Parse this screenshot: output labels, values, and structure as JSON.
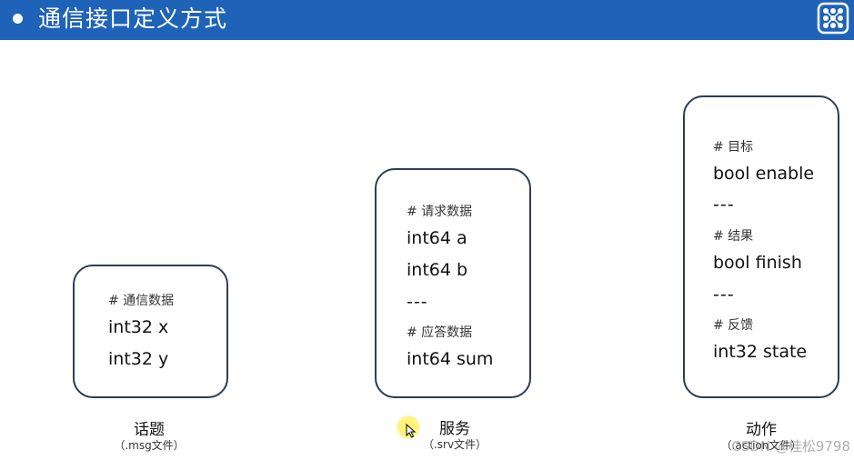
{
  "header": {
    "title": "通信接口定义方式",
    "logo_icon": "grid-node-logo-icon"
  },
  "cards": {
    "topic": {
      "comment_1": "# 通信数据",
      "line_1": "int32 x",
      "line_2": "int32 y",
      "label": "话题",
      "sublabel": "（.msg文件）"
    },
    "service": {
      "comment_1": "# 请求数据",
      "line_1": "int64 a",
      "line_2": "int64 b",
      "separator": "---",
      "comment_2": "# 应答数据",
      "line_3": "int64 sum",
      "label": "服务",
      "sublabel": "（.srv文件）"
    },
    "action": {
      "comment_1": "# 目标",
      "line_1": "bool enable",
      "separator_1": "---",
      "comment_2": "# 结果",
      "line_2": "bool finish",
      "separator_2": "---",
      "comment_3": "# 反馈",
      "line_3": "int32 state",
      "label": "动作",
      "sublabel": "（.action文件）"
    }
  },
  "watermark": "CSDN @桂松9798",
  "colors": {
    "header_bg": "#1f63b8",
    "card_border": "#2c3e55",
    "cursor_highlight": "#ffee5a"
  }
}
